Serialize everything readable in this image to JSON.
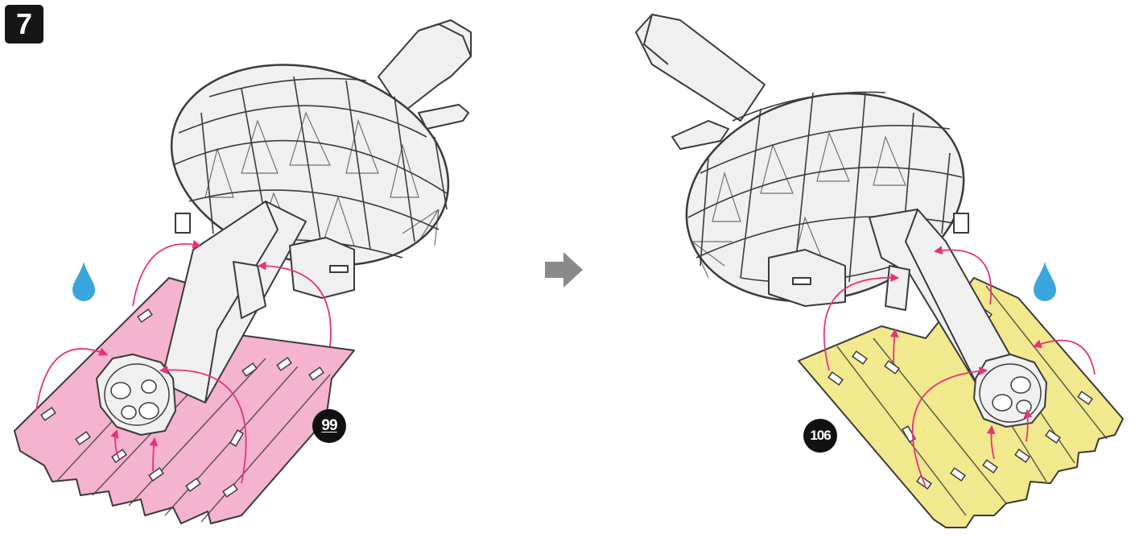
{
  "step": {
    "number": "7"
  },
  "parts": {
    "left": {
      "label": "99",
      "color": "#f4b3cf"
    },
    "right": {
      "label": "106",
      "color": "#f2e88d"
    }
  },
  "colors": {
    "arrow_glue": "#e8317c",
    "drop": "#3ba6dd",
    "next_arrow": "#8a8a8a",
    "model_fill": "#f0f0f0",
    "outline": "#3a3a3a"
  },
  "icons": [
    "glue-drop-icon",
    "next-arrow-icon"
  ]
}
